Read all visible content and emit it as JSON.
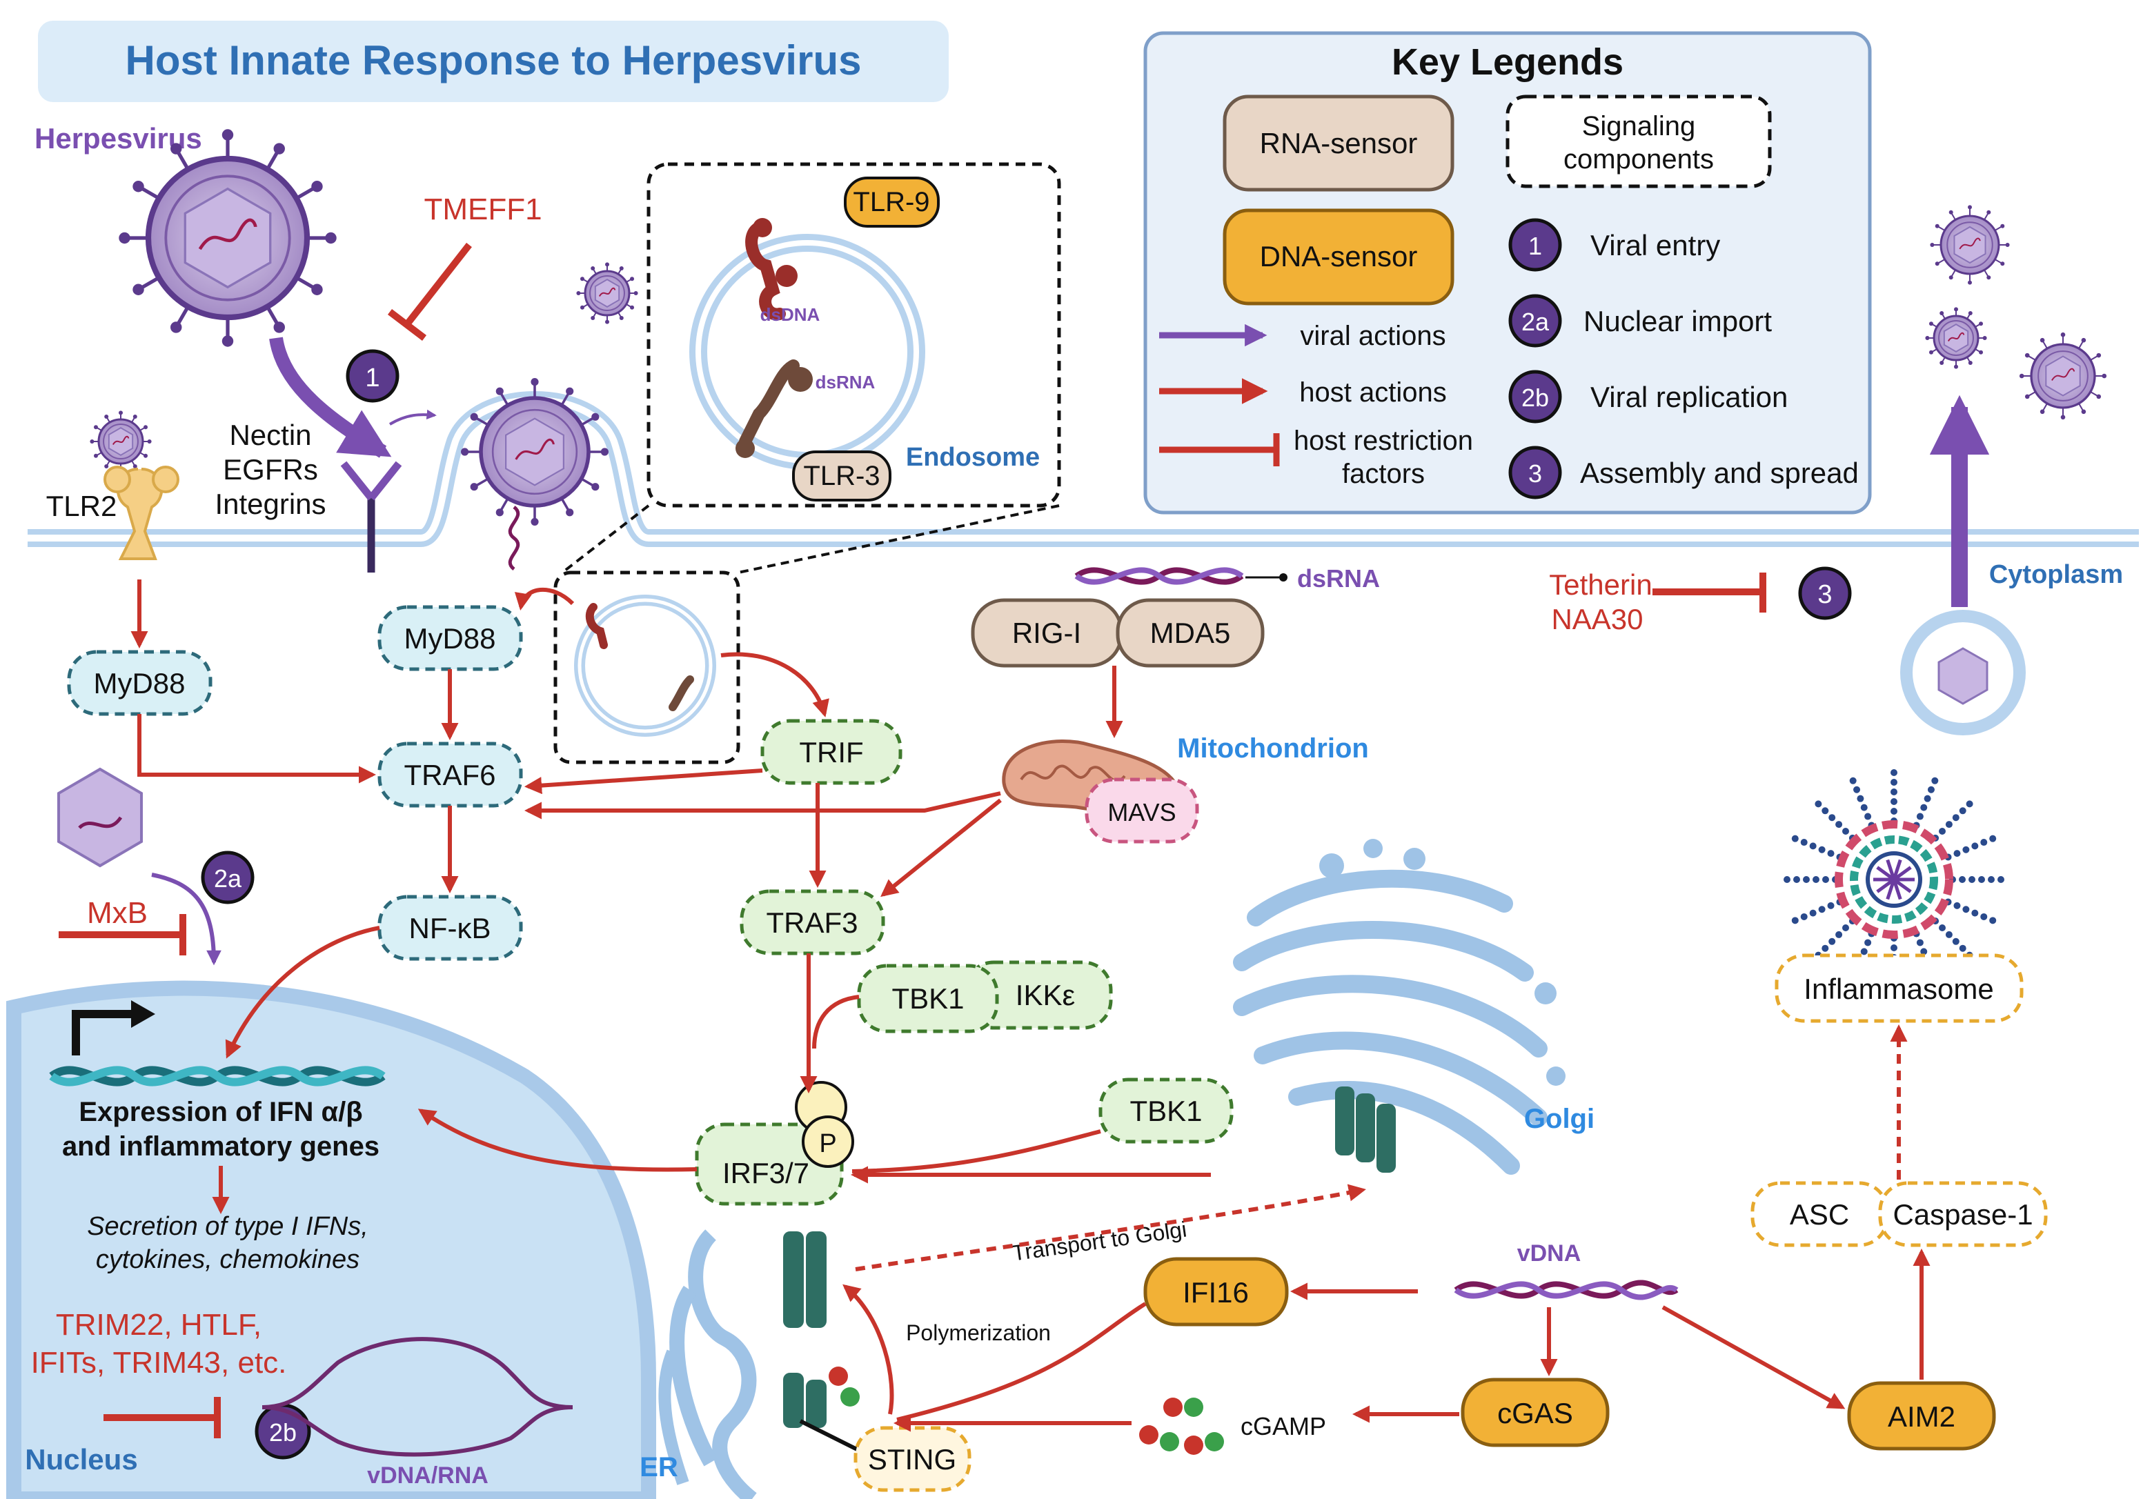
{
  "title": "Host Innate Response to Herpesvirus",
  "legend": {
    "heading": "Key Legends",
    "rna_sensor": "RNA-sensor",
    "dna_sensor": "DNA-sensor",
    "signaling": [
      "Signaling",
      "components"
    ],
    "viral_actions": "viral actions",
    "host_actions": "host actions",
    "host_restriction": [
      "host restriction",
      "factors"
    ],
    "steps": [
      {
        "badge": "1",
        "label": "Viral entry"
      },
      {
        "badge": "2a",
        "label": "Nuclear import"
      },
      {
        "badge": "2b",
        "label": "Viral replication"
      },
      {
        "badge": "3",
        "label": "Assembly and spread"
      }
    ]
  },
  "labels": {
    "herpesvirus": "Herpesvirus",
    "tmeff1": "TMEFF1",
    "tlr2": "TLR2",
    "receptors": [
      "Nectin",
      "EGFRs",
      "Integrins"
    ],
    "tlr9": "TLR-9",
    "tlr3": "TLR-3",
    "dsdna": "dsDNA",
    "dsrna_endo": "dsRNA",
    "endosome": "Endosome",
    "dsrna": "dsRNA",
    "rig_i": "RIG-I",
    "mda5": "MDA5",
    "mitochondrion": "Mitochondrion",
    "mavs": "MAVS",
    "tetherin": "Tetherin",
    "naa30": "NAA30",
    "cytoplasm": "Cytoplasm",
    "myd88_left": "MyD88",
    "myd88_mid": "MyD88",
    "traf6": "TRAF6",
    "trif": "TRIF",
    "nfkb": "NF-κB",
    "traf3": "TRAF3",
    "tbk1_a": "TBK1",
    "ikke": "IKKε",
    "tbk1_b": "TBK1",
    "p": "P",
    "irf37": "IRF3/7",
    "mxb": "MxB",
    "expression": [
      "Expression of IFN α/β",
      "and inflammatory genes"
    ],
    "secretion": [
      "Secretion of type I IFNs,",
      "cytokines, chemokines"
    ],
    "trim": [
      "TRIM22, HTLF,",
      "IFITs, TRIM43, etc."
    ],
    "nucleus": "Nucleus",
    "vdna_rna": "vDNA/RNA",
    "er": "ER",
    "golgi": "Golgi",
    "transport": "Transport to Golgi",
    "polymerization": "Polymerization",
    "sting": "STING",
    "ifi16": "IFI16",
    "vdna": "vDNA",
    "cgas": "cGAS",
    "cgamp": "cGAMP",
    "aim2": "AIM2",
    "asc": "ASC",
    "caspase1": "Caspase-1",
    "inflammasome": "Inflammasome"
  },
  "badges": {
    "b1": "1",
    "b2a": "2a",
    "b2b": "2b",
    "b3": "3"
  },
  "colors": {
    "title_bg": "#dcecf9",
    "title_text": "#2f6fb4",
    "viral_purple": "#7a4fb0",
    "host_red": "#c8342b",
    "rna_sensor_fill": "#e8d6c6",
    "dna_sensor_fill": "#f2b136",
    "signal_blue": "#d9f0f6",
    "signal_green": "#e2f3d8",
    "nucleus_fill": "#c9e1f4",
    "membrane": "#b7d3ee",
    "badge_fill": "#5b3a8c"
  }
}
